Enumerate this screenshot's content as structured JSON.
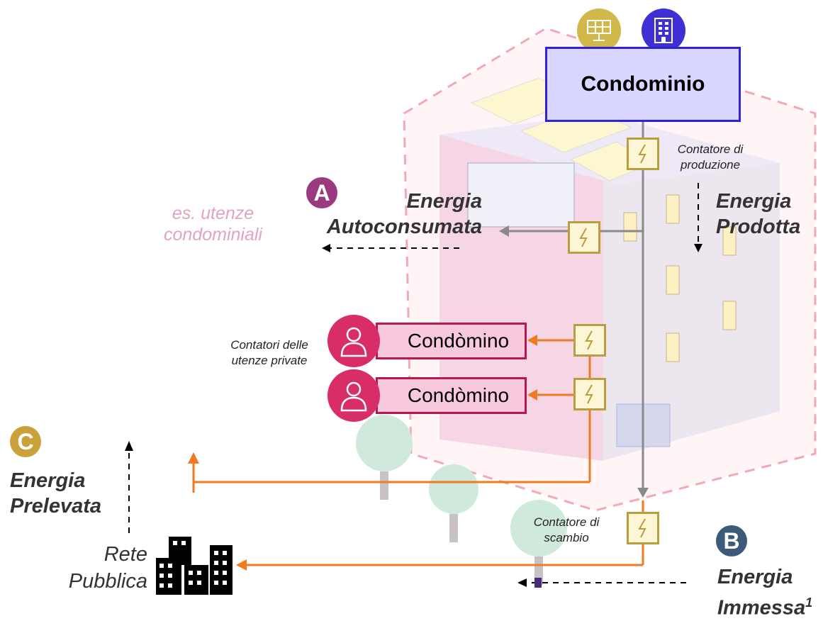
{
  "building": {
    "title": "Condominio"
  },
  "meters": {
    "production": "Contatore di produzione",
    "private_users": "Contatori delle utenze private",
    "exchange": "Contatore di scambio"
  },
  "flows": {
    "produced": "Energia Prodotta",
    "self_consumed": {
      "badge": "A",
      "label": "Energia Autoconsumata",
      "example": "es. utenze condominiali"
    },
    "fed_in": {
      "badge": "B",
      "label": "Energia Immessa",
      "footnote": "1"
    },
    "withdrawn": {
      "badge": "C",
      "label": "Energia Prelevata"
    }
  },
  "condomini": [
    {
      "label": "Condòmino"
    },
    {
      "label": "Condòmino"
    }
  ],
  "grid": {
    "label": "Rete Pubblica"
  },
  "colors": {
    "building_fill": "#d9d6ff",
    "building_border": "#2f22d8",
    "meter_border": "#b89e3c",
    "meter_fill": "#fdf6d6",
    "condomino_fill": "#f8c9dc",
    "condomino_border": "#b6184f",
    "badge_a": "#9b3b7e",
    "badge_b": "#3d5a7a",
    "badge_c": "#c9a23a",
    "flow_grey": "#8a8a8a",
    "flow_orange": "#f07a22"
  },
  "icons": {
    "solar": "solar-panel-icon",
    "building": "building-icon",
    "person": "person-icon",
    "meter": "lightning-icon",
    "city": "city-icon"
  }
}
